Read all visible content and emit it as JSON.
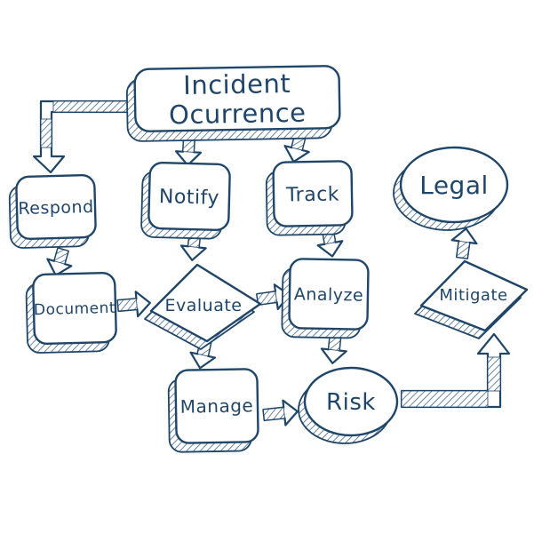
{
  "diagram": {
    "type": "flowchart",
    "style": "hand-drawn-sketch",
    "accent_color": "#1f4568",
    "background_color": "#ffffff",
    "nodes": {
      "incident": {
        "label_line1": "Incident",
        "label_line2": "Ocurrence",
        "shape": "rounded-rectangle"
      },
      "respond": {
        "label": "Respond",
        "shape": "rounded-square"
      },
      "notify": {
        "label": "Notify",
        "shape": "rounded-square"
      },
      "track": {
        "label": "Track",
        "shape": "rounded-square"
      },
      "legal": {
        "label": "Legal",
        "shape": "ellipse"
      },
      "document": {
        "label": "Document",
        "shape": "rounded-square"
      },
      "evaluate": {
        "label": "Evaluate",
        "shape": "diamond"
      },
      "analyze": {
        "label": "Analyze",
        "shape": "rounded-square"
      },
      "mitigate": {
        "label": "Mitigate",
        "shape": "diamond"
      },
      "manage": {
        "label": "Manage",
        "shape": "rounded-square"
      },
      "risk": {
        "label": "Risk",
        "shape": "ellipse"
      }
    },
    "edges": [
      {
        "from": "incident",
        "to": "respond"
      },
      {
        "from": "incident",
        "to": "notify"
      },
      {
        "from": "incident",
        "to": "track"
      },
      {
        "from": "respond",
        "to": "document"
      },
      {
        "from": "document",
        "to": "evaluate"
      },
      {
        "from": "notify",
        "to": "evaluate"
      },
      {
        "from": "evaluate",
        "to": "analyze"
      },
      {
        "from": "track",
        "to": "analyze"
      },
      {
        "from": "evaluate",
        "to": "manage"
      },
      {
        "from": "analyze",
        "to": "risk"
      },
      {
        "from": "manage",
        "to": "risk"
      },
      {
        "from": "risk",
        "to": "mitigate"
      },
      {
        "from": "mitigate",
        "to": "legal"
      }
    ]
  }
}
